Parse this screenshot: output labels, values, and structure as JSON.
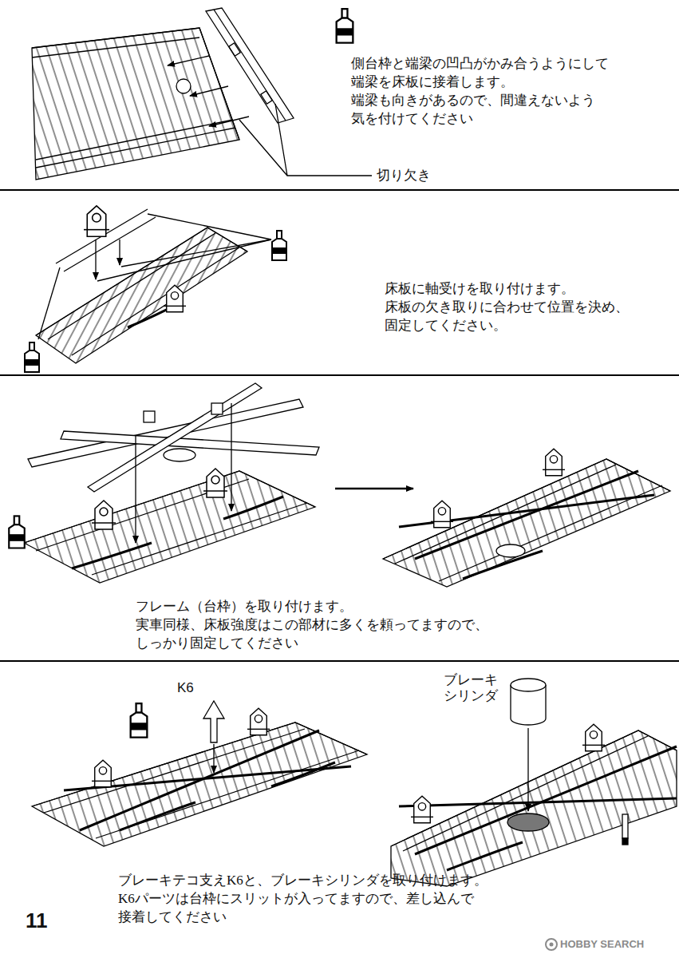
{
  "diagram": {
    "labels": [
      "側台枠と端梁の凹凸がかみ合うようにして",
      "端梁を床板に接着します。",
      "端梁も向きがあるので、間違えないよう",
      "気を付けてください",
      "切り欠き",
      "床板に軸受けを取り付けます。",
      "床板の欠き取りに合わせて位置を決め、",
      "固定してください。",
      "フレーム（台枠）を取り付けます。",
      "実車同様、床板強度はこの部材に多くを頼ってますので、",
      "しっかり固定してください",
      "K6",
      "ブレーキ",
      "シリンダ",
      "ブレーキテコ支えK6と、ブレーキシリンダを取り付けます。",
      "K6パーツは台枠にスリットが入ってますので、差し込んで",
      "接着してください",
      "11",
      "HOBBY SEARCH"
    ]
  }
}
